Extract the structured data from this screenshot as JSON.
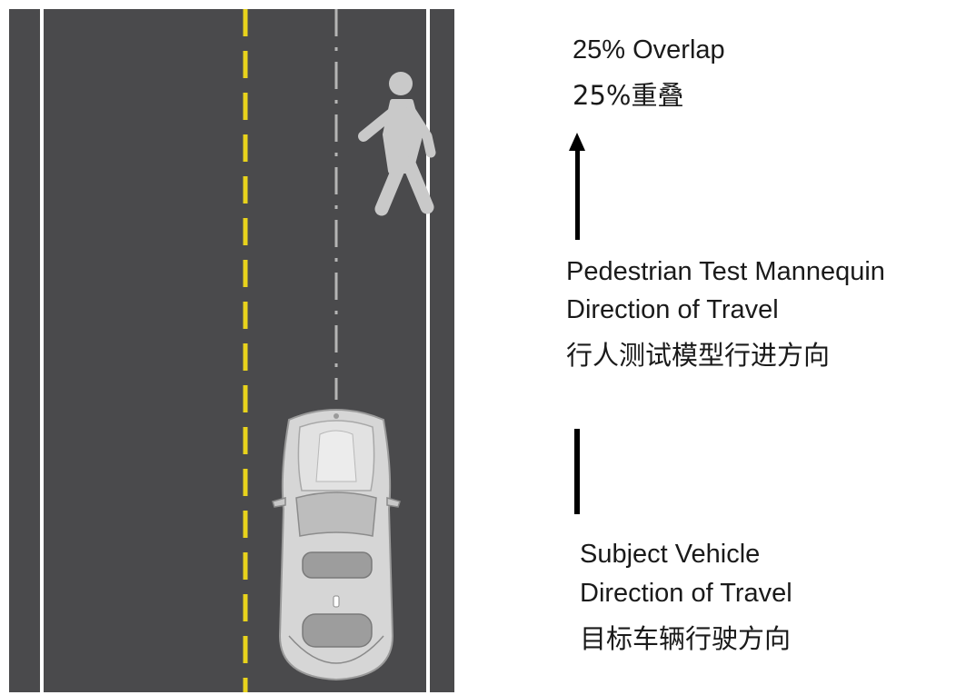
{
  "overlap": {
    "label_en": "25% Overlap",
    "label_cn": "25%重叠",
    "value_percent": 25
  },
  "pedestrian": {
    "line1": "Pedestrian Test Mannequin",
    "line2": "Direction of Travel",
    "line_cn": "行人测试模型行进方向",
    "icon": "pedestrian-walking-icon"
  },
  "vehicle": {
    "line1": "Subject Vehicle",
    "line2": "Direction of Travel",
    "line_cn": "目标车辆行驶方向",
    "icon": "car-top-view-icon"
  },
  "colors": {
    "road": "#4a4a4c",
    "road_edge": "#ffffff",
    "center_line": "#e8d31c",
    "lane_divider": "#b5b5b5",
    "pedestrian": "#c9c9c9",
    "car_body": "#d6d6d6"
  }
}
